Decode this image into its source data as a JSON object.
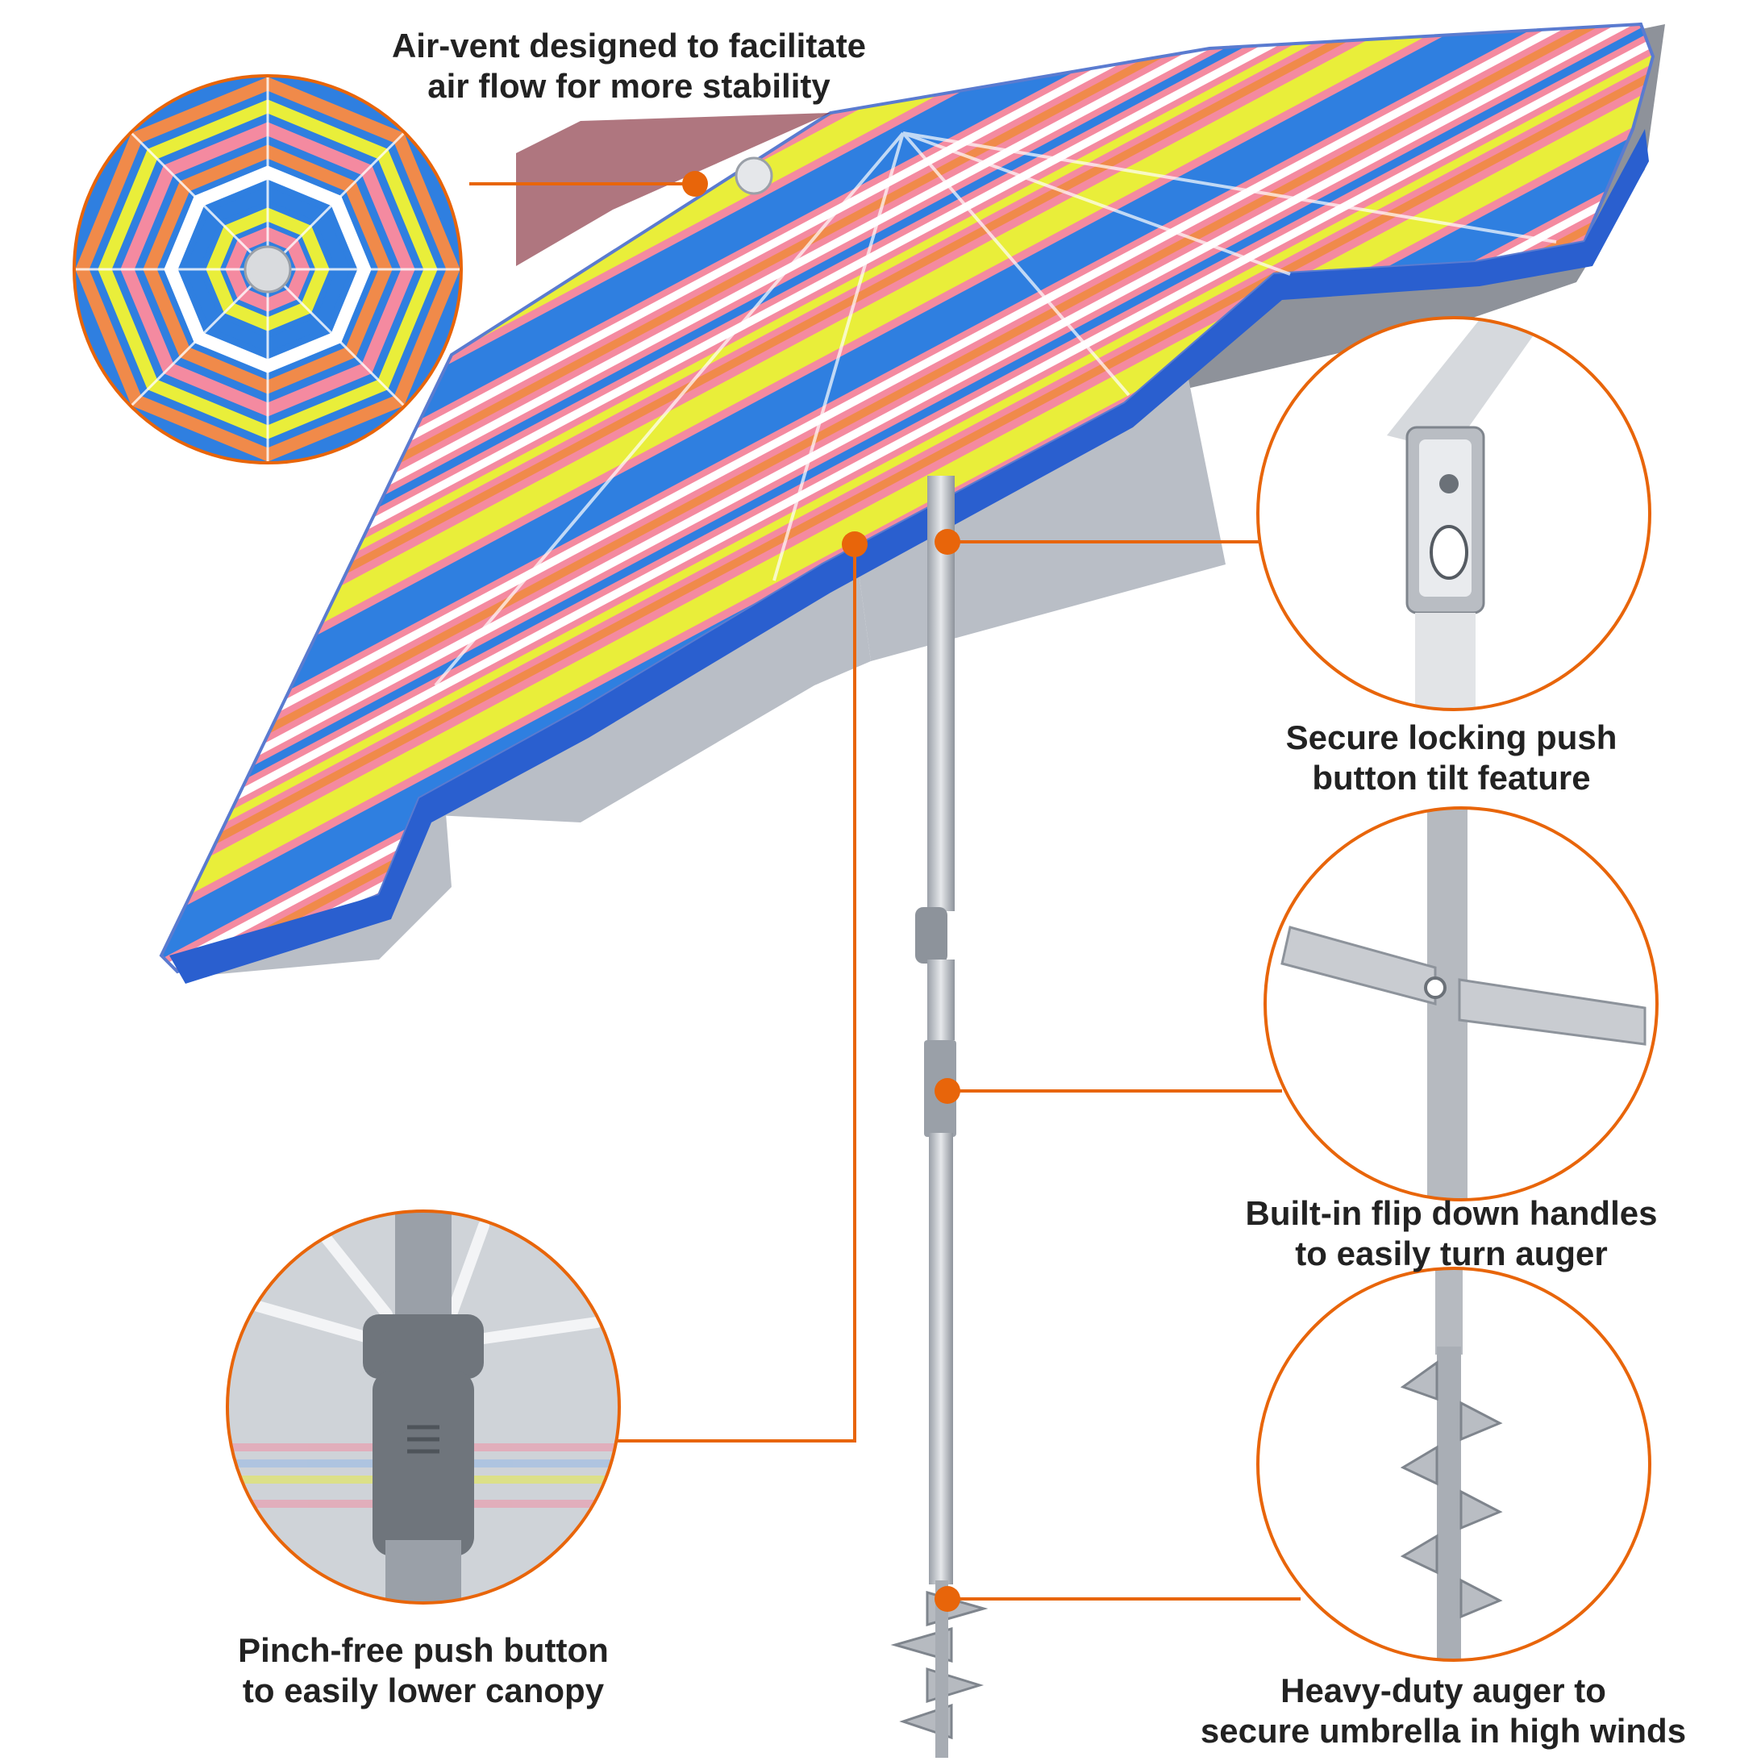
{
  "colors": {
    "accent": "#e8650a",
    "pink": "#f48aa0",
    "blue": "#2f7fe0",
    "yellow": "#e9ee3a",
    "orange": "#f08a4a",
    "white": "#ffffff",
    "shade": "#b9bec6",
    "pole": "#c9ccd1",
    "text": "#222222"
  },
  "callouts": {
    "air_vent": {
      "line1": "Air-vent designed to facilitate",
      "line2": "air flow for more stability"
    },
    "tilt": {
      "line1": "Secure locking push",
      "line2": "button tilt feature"
    },
    "handles": {
      "line1": "Built-in flip down handles",
      "line2": "to easily turn auger"
    },
    "auger": {
      "line1": "Heavy-duty auger to",
      "line2": "secure umbrella in high winds"
    },
    "push_button": {
      "line1": "Pinch-free push button",
      "line2": "to easily lower canopy"
    }
  }
}
